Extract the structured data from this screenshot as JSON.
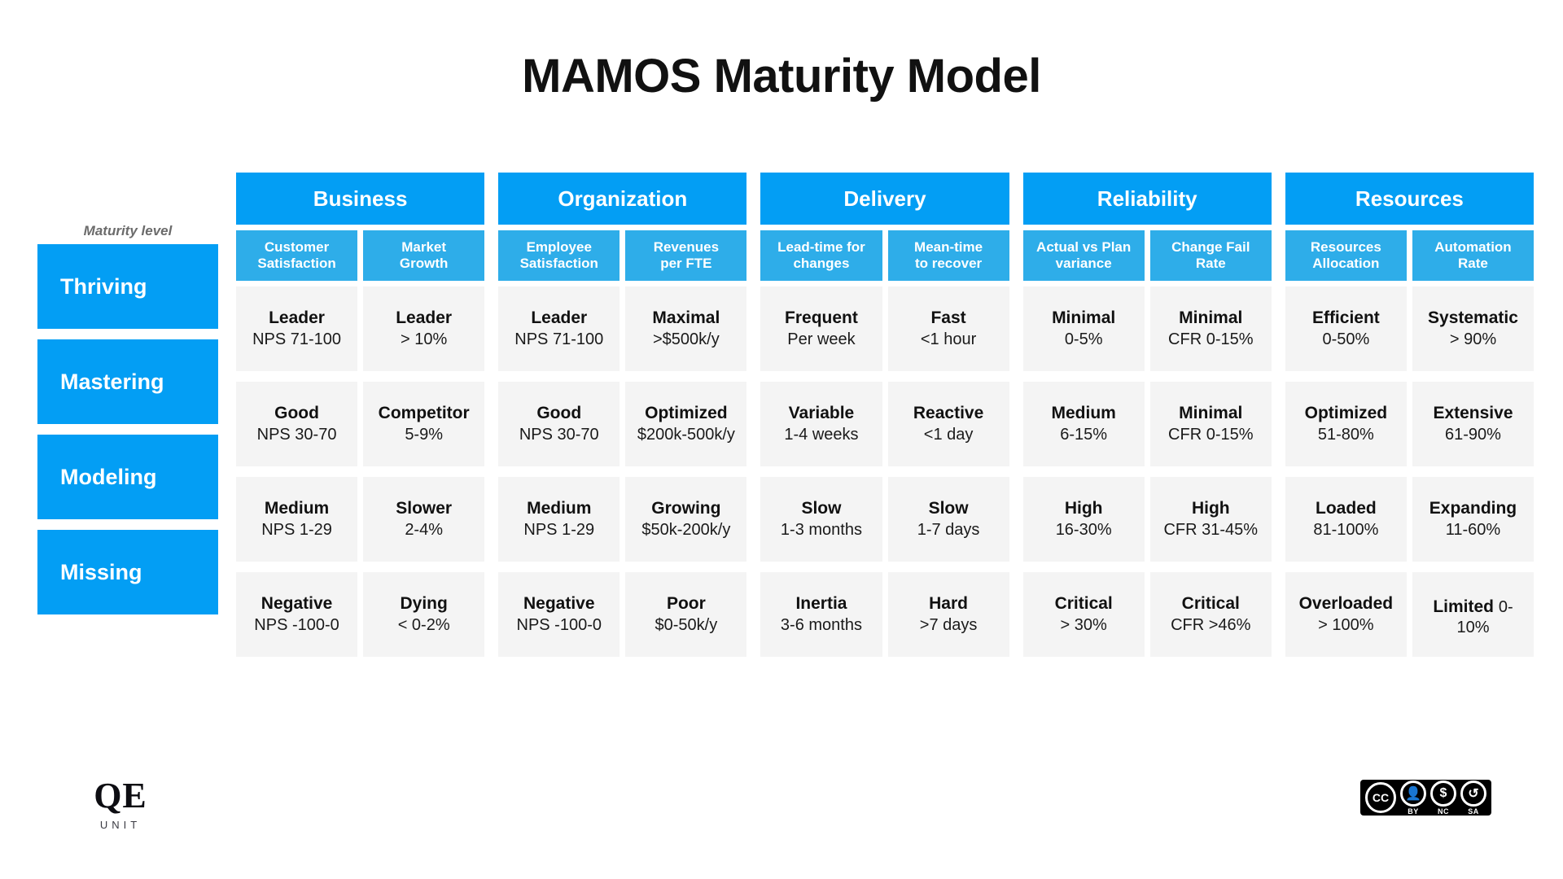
{
  "title": "MAMOS Maturity Model",
  "colors": {
    "header_blue": "#039ef4",
    "subheader_blue": "#2eade9",
    "cell_grey": "#f4f4f4",
    "title_black": "#111111"
  },
  "matrix": {
    "row_label_caption": "Maturity level",
    "groups": [
      {
        "name": "Business",
        "columns": [
          {
            "label_line1": "Customer",
            "label_line2": "Satisfaction"
          },
          {
            "label_line1": "Market",
            "label_line2": "Growth"
          }
        ]
      },
      {
        "name": "Organization",
        "columns": [
          {
            "label_line1": "Employee",
            "label_line2": "Satisfaction"
          },
          {
            "label_line1": "Revenues",
            "label_line2": "per FTE"
          }
        ]
      },
      {
        "name": "Delivery",
        "columns": [
          {
            "label_line1": "Lead-time for",
            "label_line2": "changes"
          },
          {
            "label_line1": "Mean-time",
            "label_line2": "to recover"
          }
        ]
      },
      {
        "name": "Reliability",
        "columns": [
          {
            "label_line1": "Actual vs Plan",
            "label_line2": "variance"
          },
          {
            "label_line1": "Change Fail",
            "label_line2": "Rate"
          }
        ]
      },
      {
        "name": "Resources",
        "columns": [
          {
            "label_line1": "Resources",
            "label_line2": "Allocation"
          },
          {
            "label_line1": "Automation",
            "label_line2": "Rate"
          }
        ]
      }
    ],
    "levels": [
      {
        "name": "Thriving",
        "cells": [
          {
            "title": "Leader",
            "sub": "NPS 71-100"
          },
          {
            "title": "Leader",
            "sub": "> 10%"
          },
          {
            "title": "Leader",
            "sub": "NPS 71-100"
          },
          {
            "title": "Maximal",
            "sub": ">$500k/y"
          },
          {
            "title": "Frequent",
            "sub": "Per week"
          },
          {
            "title": "Fast",
            "sub": "<1 hour"
          },
          {
            "title": "Minimal",
            "sub": "0-5%"
          },
          {
            "title": "Minimal",
            "sub": "CFR 0-15%"
          },
          {
            "title": "Efficient",
            "sub": "0-50%"
          },
          {
            "title": "Systematic",
            "sub": "> 90%"
          }
        ]
      },
      {
        "name": "Mastering",
        "cells": [
          {
            "title": "Good",
            "sub": "NPS 30-70"
          },
          {
            "title": "Competitor",
            "sub": "5-9%"
          },
          {
            "title": "Good",
            "sub": "NPS 30-70"
          },
          {
            "title": "Optimized",
            "sub": "$200k-500k/y"
          },
          {
            "title": "Variable",
            "sub": "1-4 weeks"
          },
          {
            "title": "Reactive",
            "sub": "<1 day"
          },
          {
            "title": "Medium",
            "sub": "6-15%"
          },
          {
            "title": "Minimal",
            "sub": "CFR 0-15%"
          },
          {
            "title": "Optimized",
            "sub": "51-80%"
          },
          {
            "title": "Extensive",
            "sub": "61-90%"
          }
        ]
      },
      {
        "name": "Modeling",
        "cells": [
          {
            "title": "Medium",
            "sub": "NPS 1-29"
          },
          {
            "title": "Slower",
            "sub": "2-4%"
          },
          {
            "title": "Medium",
            "sub": "NPS 1-29"
          },
          {
            "title": "Growing",
            "sub": "$50k-200k/y"
          },
          {
            "title": "Slow",
            "sub": "1-3 months"
          },
          {
            "title": "Slow",
            "sub": "1-7 days"
          },
          {
            "title": "High",
            "sub": "16-30%"
          },
          {
            "title": "High",
            "sub": "CFR 31-45%"
          },
          {
            "title": "Loaded",
            "sub": "81-100%"
          },
          {
            "title": "Expanding",
            "sub": "11-60%"
          }
        ]
      },
      {
        "name": "Missing",
        "cells": [
          {
            "title": "Negative",
            "sub": "NPS -100-0"
          },
          {
            "title": "Dying",
            "sub": "< 0-2%"
          },
          {
            "title": "Negative",
            "sub": "NPS -100-0"
          },
          {
            "title": "Poor",
            "sub": "$0-50k/y"
          },
          {
            "title": "Inertia",
            "sub": "3-6 months"
          },
          {
            "title": "Hard",
            "sub": ">7 days"
          },
          {
            "title": "Critical",
            "sub": "> 30%"
          },
          {
            "title": "Critical",
            "sub": "CFR >46%"
          },
          {
            "title": "Overloaded",
            "sub": "> 100%"
          },
          {
            "title": "Limited ",
            "sub": "0-10%",
            "inline": true
          }
        ]
      }
    ]
  },
  "footer": {
    "logo_mark": "QE",
    "logo_word": "UNIT",
    "license": {
      "cc": "CC",
      "items": [
        {
          "glyph": "$",
          "label": "BY"
        },
        {
          "glyph": "⃠",
          "label": "NC"
        },
        {
          "glyph": "↺",
          "label": "SA"
        }
      ]
    }
  }
}
